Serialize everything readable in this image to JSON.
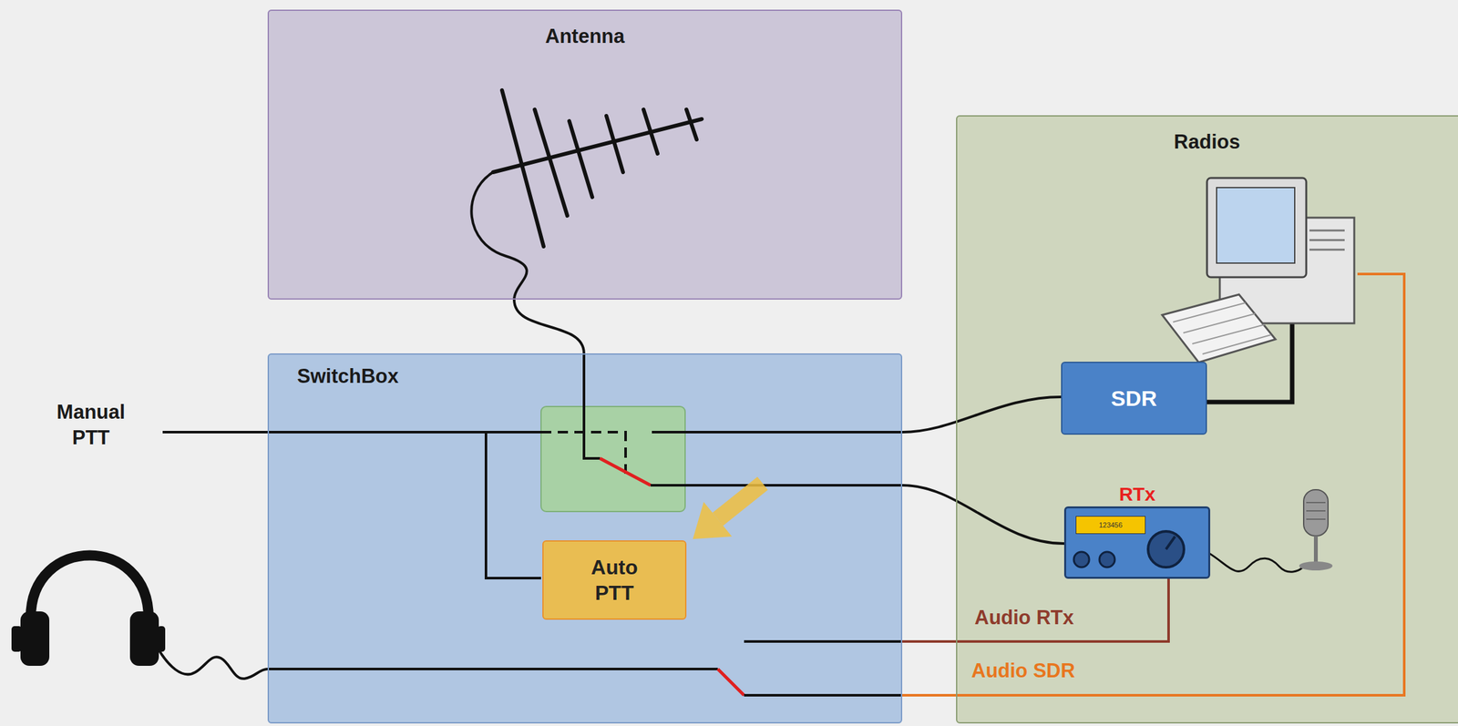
{
  "diagram": {
    "nodes": [
      {
        "text": [
          "Antenna"
        ]
      },
      {
        "text": [
          "SwitchBox"
        ]
      },
      {
        "text": [
          "Auto PTT"
        ],
        "in": 1
      },
      {
        "text": [
          "Radios"
        ]
      },
      {
        "text": [
          "SDR"
        ],
        "in": 3
      },
      {
        "text": [
          "RTx",
          "123456"
        ],
        "in": 3
      }
    ],
    "edges": [
      {
        "from": 0,
        "to": 1,
        "arrow": "none"
      },
      {
        "from": 4,
        "to": 1,
        "arrow": "none"
      },
      {
        "from": 5,
        "to": 1,
        "arrow": "none"
      },
      {
        "from": 5,
        "to": 1,
        "arrow": "none"
      }
    ],
    "labels": [
      "Manual PTT",
      "Audio RTx",
      "Audio SDR"
    ]
  }
}
